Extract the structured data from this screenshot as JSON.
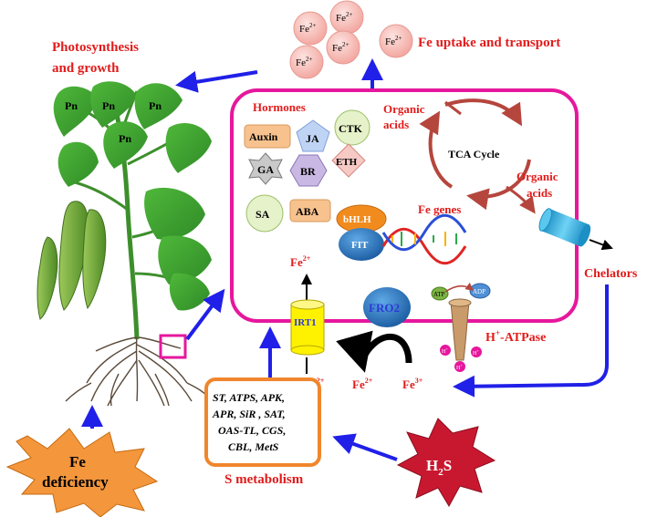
{
  "photosynthesis_label": [
    "Photosynthesis",
    "and  growth"
  ],
  "fe_uptake_label": "Fe uptake and transport",
  "fe2_symbol": {
    "base": "Fe",
    "sup": "2+"
  },
  "fe3_symbol": {
    "base": "Fe",
    "sup": "3+"
  },
  "pn_label": "Pn",
  "hormones": {
    "title": "Hormones",
    "items": [
      "Auxin",
      "JA",
      "CTK",
      "GA",
      "BR",
      "ETH",
      "SA",
      "ABA"
    ]
  },
  "organic_acids_top": [
    "Organic",
    "acids"
  ],
  "organic_acids_right": [
    "Organic",
    "acids"
  ],
  "tca_cycle": "TCA Cycle",
  "fe_genes": {
    "title": "Fe genes",
    "bhlh": "bHLH",
    "fit": "FIT"
  },
  "chelators": "Chelators",
  "irt1": "IRT1",
  "fro2": "FRO2",
  "atp": "ATP",
  "adp": "ADP",
  "h_ion": {
    "base": "H",
    "sup": "+"
  },
  "h_atpase": {
    "prefix": "H",
    "sup": "+",
    "suffix": "-ATPase"
  },
  "s_metabolism": {
    "genes": [
      "ST, ATPS, APK,",
      "APR, SiR , SAT,",
      "OAS-TL, CGS,",
      "CBL, MetS"
    ],
    "label": "S metabolism"
  },
  "h2s": {
    "base": "H",
    "sub": "2",
    "tail": "S"
  },
  "fe_deficiency": [
    "Fe",
    "deficiency"
  ],
  "colors": {
    "magenta_box": "#e6179d",
    "arrow_blue": "#2020e8",
    "label_red": "#e21b1b",
    "leaf_green": "#3ea12f",
    "orange_box": "#f0862d",
    "star_orange": "#f3963c",
    "star_crimson": "#c8182f",
    "irt1_yellow": "#fff200",
    "fro2_blue": "#1b73b8",
    "tca_brown": "#b5463d",
    "chelator_cyan": "#27b8e8"
  }
}
